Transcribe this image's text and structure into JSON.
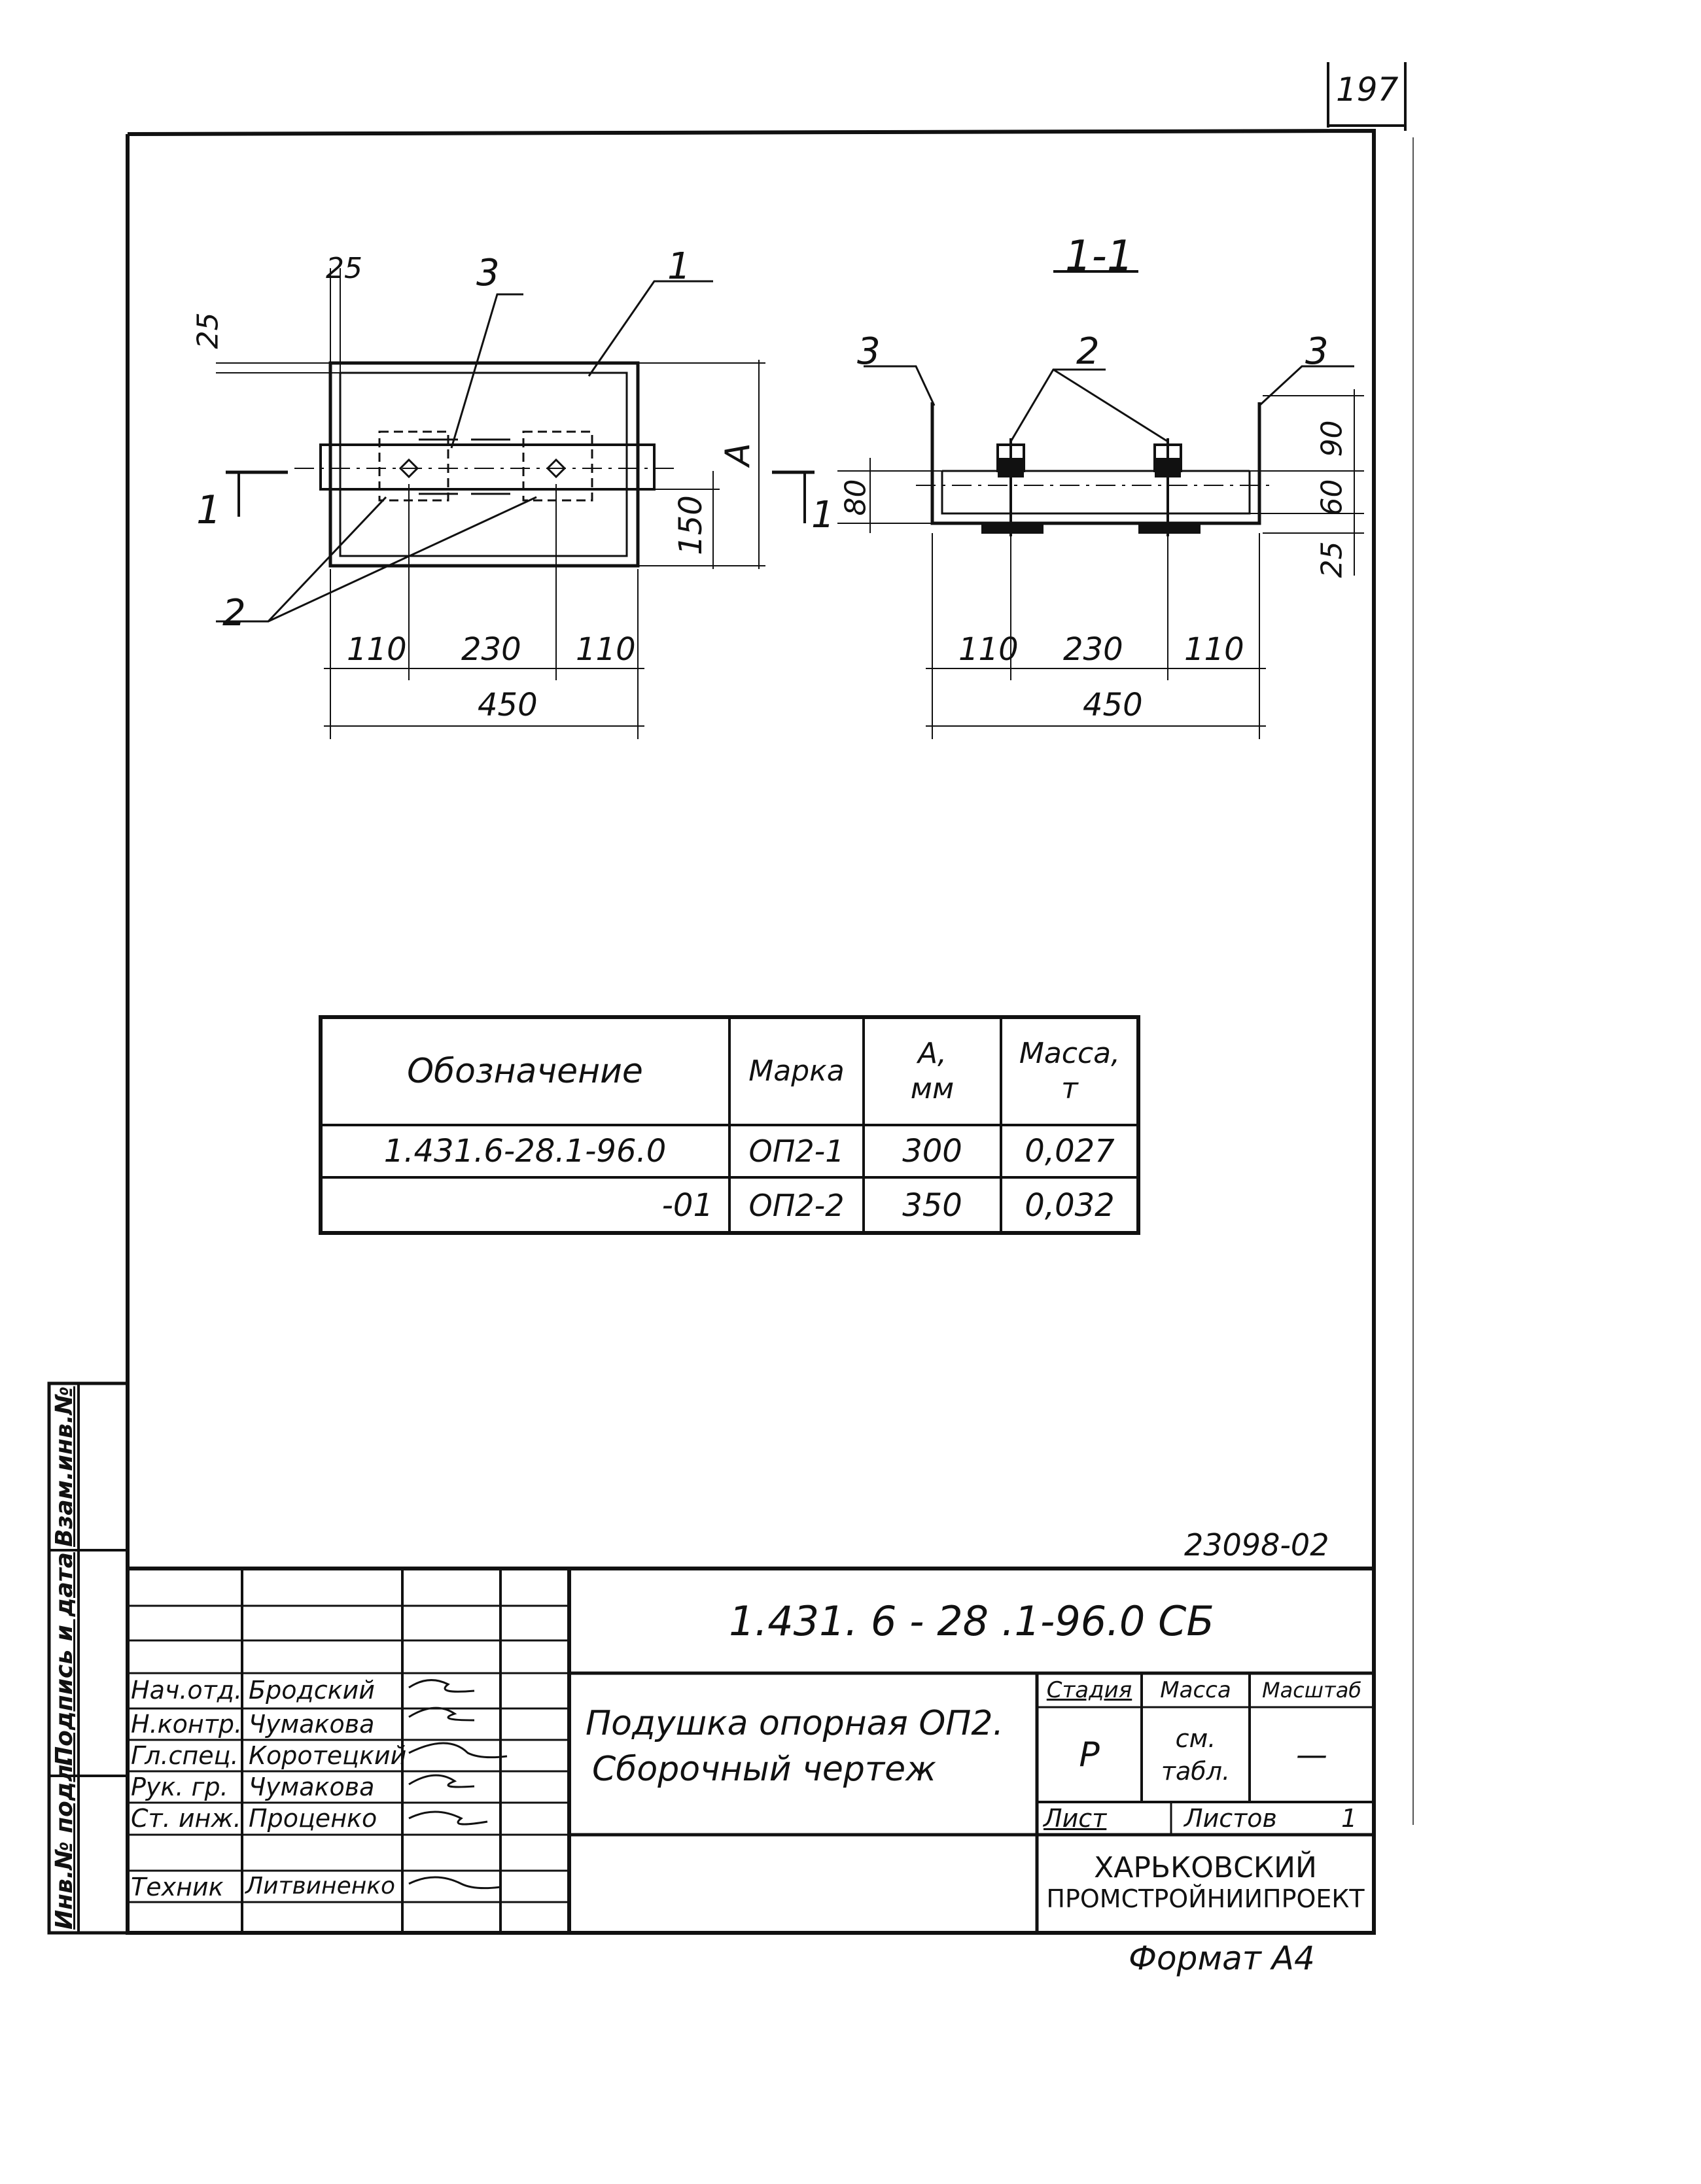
{
  "sheet": {
    "page_number": "197",
    "archive_number": "23098-02",
    "format": "Формат А4"
  },
  "plan_view": {
    "label_1": "1",
    "label_2": "2",
    "label_3": "3",
    "section_mark": "1",
    "dims": {
      "top_small": "25",
      "left_small": "25",
      "d150": "150",
      "dA": "А",
      "d110a": "110",
      "d230": "230",
      "d110b": "110",
      "d450": "450"
    }
  },
  "section_view": {
    "title": "1-1",
    "label_3_left": "3",
    "label_2": "2",
    "label_3_right": "3",
    "dims": {
      "d80": "80",
      "d90": "90",
      "d60": "60",
      "d25": "25",
      "d110a": "110",
      "d230": "230",
      "d110b": "110",
      "d450": "450"
    }
  },
  "spec_table": {
    "headers": {
      "designation": "Обозначение",
      "mark": "Марка",
      "a": "А,\nмм",
      "mass": "Масса,\nт"
    },
    "rows": [
      {
        "designation": "1.431.6-28.1-96.0",
        "mark": "ОП2-1",
        "a": "300",
        "mass": "0,027"
      },
      {
        "designation": "-01",
        "mark": "ОП2-2",
        "a": "350",
        "mass": "0,032"
      }
    ]
  },
  "side_stamp": {
    "inv_podl": "Инв.№ подл.",
    "podpis_data": "Подпись и дата",
    "vzam_inv": "Взам.инв.№"
  },
  "title_block": {
    "doc_code": "1.431. 6 - 28 .1-96.0 СБ",
    "title_line1": "Подушка опорная ОП2.",
    "title_line2": "Сборочный чертеж",
    "stage_header": "Стадия",
    "mass_header": "Масса",
    "scale_header": "Масштаб",
    "stage": "Р",
    "mass": "см.\nтабл.",
    "scale": "—",
    "sheet_label": "Лист",
    "sheets_label": "Листов",
    "sheets_count": "1",
    "org_line1": "ХАРЬКОВСКИЙ",
    "org_line2": "ПРОМСТРОЙНИИПРОЕКТ",
    "people": [
      {
        "role": "Нач.отд.",
        "name": "Бродский"
      },
      {
        "role": "Н.контр.",
        "name": "Чумакова"
      },
      {
        "role": "Гл.спец.",
        "name": "Коротецкий"
      },
      {
        "role": "Рук. гр.",
        "name": "Чумакова"
      },
      {
        "role": "Ст. инж.",
        "name": "Проценко"
      },
      {
        "role": "",
        "name": ""
      },
      {
        "role": "Техник",
        "name": "Литвиненко"
      }
    ]
  }
}
